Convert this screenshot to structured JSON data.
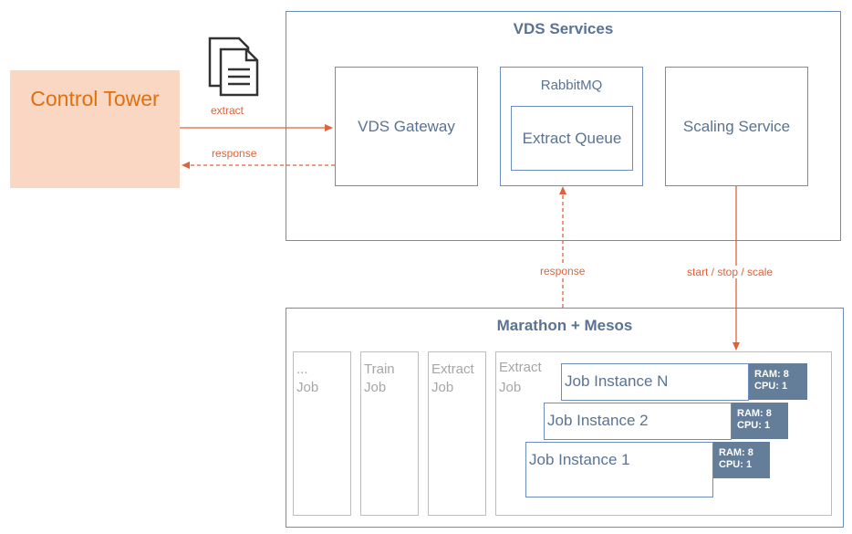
{
  "control_tower": {
    "label": "Control Tower"
  },
  "edges": {
    "extract": "extract",
    "response_top": "response",
    "response_mid": "response",
    "scaling": "start / stop / scale"
  },
  "vds": {
    "title": "VDS Services",
    "gateway": "VDS Gateway",
    "rabbitmq": "RabbitMQ",
    "queue": "Extract Queue",
    "scaling": "Scaling Service"
  },
  "marathon": {
    "title": "Marathon + Mesos",
    "jobs": {
      "other": [
        "...",
        "Job"
      ],
      "train": [
        "Train",
        "Job"
      ],
      "extract": [
        "Extract",
        "Job"
      ],
      "extract_container": [
        "Extract",
        "Job"
      ]
    },
    "instances": [
      {
        "label": "Job Instance N",
        "ram": "RAM: 8",
        "cpu": "CPU: 1"
      },
      {
        "label": "Job Instance 2",
        "ram": "RAM: 8",
        "cpu": "CPU: 1"
      },
      {
        "label": "Job Instance 1",
        "ram": "RAM: 8",
        "cpu": "CPU: 1"
      }
    ]
  },
  "colors": {
    "accent": "#e0623a",
    "control_tower_fill": "#fad7c2",
    "node_border": "#6c8ebf",
    "node_text": "#5a7392",
    "resource_badge": "#647d99",
    "inactive": "#a6a6a6"
  },
  "icons": {
    "document": "document-stack-icon"
  }
}
